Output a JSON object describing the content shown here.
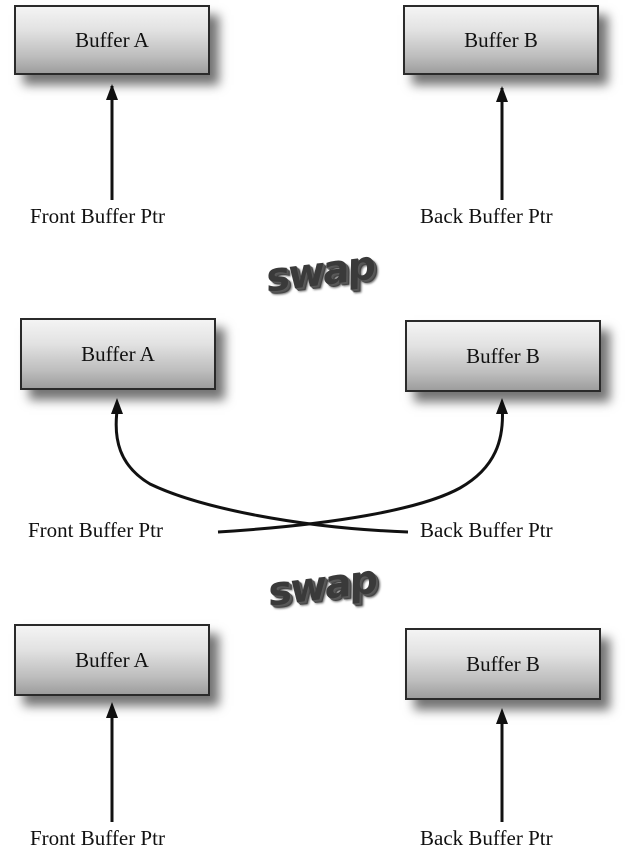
{
  "stage1": {
    "box_left": "Buffer A",
    "box_right": "Buffer B",
    "ptr_left": "Front Buffer Ptr",
    "ptr_right": "Back Buffer Ptr"
  },
  "swap1": "swap",
  "stage2": {
    "box_left": "Buffer A",
    "box_right": "Buffer B",
    "ptr_left": "Front Buffer Ptr",
    "ptr_right": "Back Buffer Ptr"
  },
  "swap2": "swap",
  "stage3": {
    "box_left": "Buffer A",
    "box_right": "Buffer B",
    "ptr_left": "Front Buffer Ptr",
    "ptr_right": "Back Buffer Ptr"
  },
  "colors": {
    "arrow": "#111111",
    "box_border": "#2a2a2a"
  }
}
